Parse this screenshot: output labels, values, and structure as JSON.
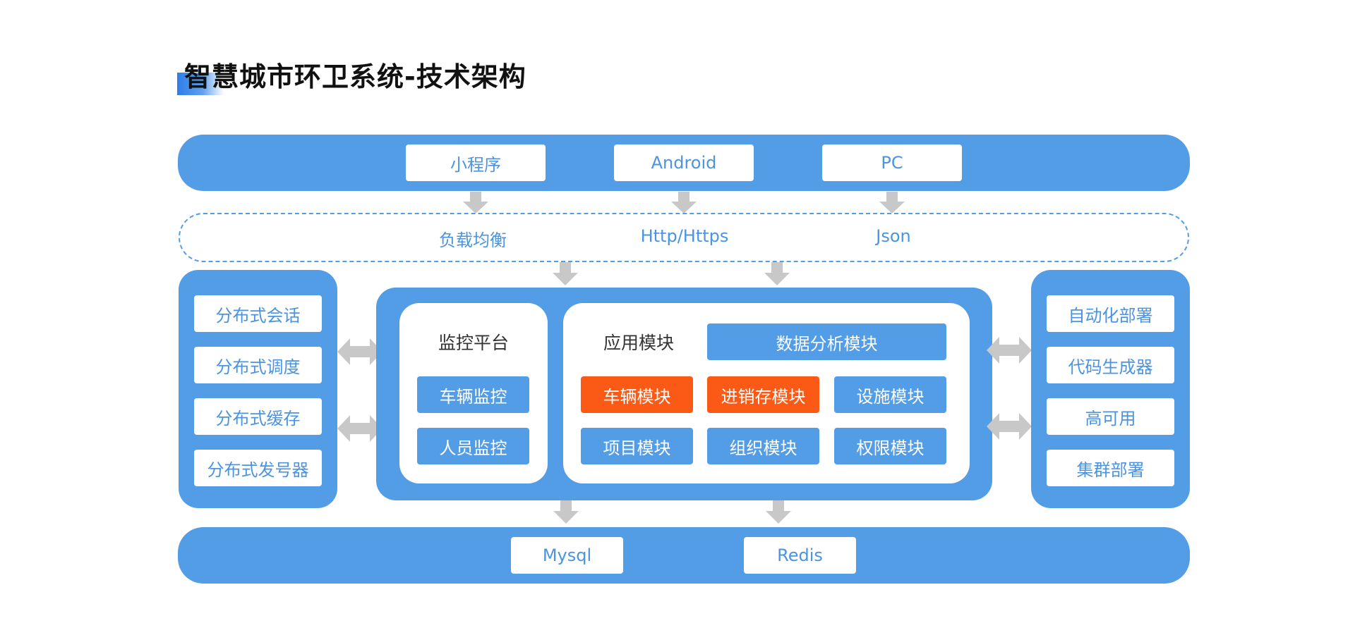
{
  "title": "智慧城市环卫系统-技术架构",
  "clients": [
    "小程序",
    "Android",
    "PC"
  ],
  "gateway": [
    "负载均衡",
    "Http/Https",
    "Json"
  ],
  "left_panel": [
    "分布式会话",
    "分布式调度",
    "分布式缓存",
    "分布式发号器"
  ],
  "monitor": {
    "title": "监控平台",
    "items": [
      "车辆监控",
      "人员监控"
    ]
  },
  "app": {
    "title": "应用模块",
    "header_module": "数据分析模块",
    "modules": [
      {
        "label": "车辆模块",
        "highlight": true
      },
      {
        "label": "进销存模块",
        "highlight": true
      },
      {
        "label": "设施模块",
        "highlight": false
      },
      {
        "label": "项目模块",
        "highlight": false
      },
      {
        "label": "组织模块",
        "highlight": false
      },
      {
        "label": "权限模块",
        "highlight": false
      }
    ]
  },
  "right_panel": [
    "自动化部署",
    "代码生成器",
    "高可用",
    "集群部署"
  ],
  "storage": [
    "Mysql",
    "Redis"
  ],
  "colors": {
    "primary_blue": "#539ce6",
    "text_blue": "#4a94e2",
    "highlight_orange": "#fb5a16",
    "arrow_gray": "#c8c8c8"
  }
}
